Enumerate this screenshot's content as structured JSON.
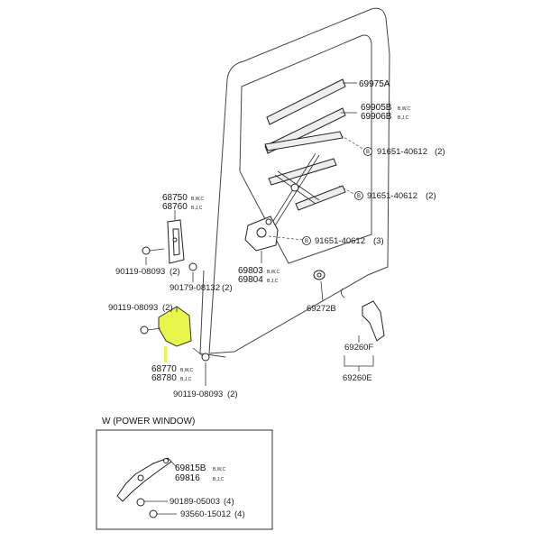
{
  "labels": {
    "p69975A": "69975A",
    "p69905B": "69905B",
    "p69906B": "69906B",
    "p91651_1": "91651-40612",
    "p91651_1_qty": "(2)",
    "p91651_2": "91651-40612",
    "p91651_2_qty": "(2)",
    "p91651_3": "91651-40612",
    "p91651_3_qty": "(3)",
    "p68750": "68750",
    "p68760": "68760",
    "p90119_a": "90119-08093",
    "p90119_a_qty": "(2)",
    "p90179": "90179-08132",
    "p90179_qty": "(2)",
    "p69803": "69803",
    "p69804": "69804",
    "p69272B": "69272B",
    "p90119_b": "90119-08093",
    "p90119_b_qty": "(2)",
    "p68770": "68770",
    "p68780": "68780",
    "p90119_c": "90119-08093",
    "p90119_c_qty": "(2)",
    "p69260F": "69260F",
    "p69260E": "69260E",
    "inset_title": "W (POWER WINDOW)",
    "p69815B": "69815B",
    "p69816": "69816",
    "p90189": "90189-05003",
    "p90189_qty": "(4)",
    "p93560": "93560-15012",
    "p93560_qty": "(4)"
  },
  "suffixes": {
    "bwc": "B,W,C",
    "bjc": "B,J,C"
  },
  "callout_letters": {
    "b": "B"
  },
  "colors": {
    "highlight": "#e8f54a",
    "ink": "#222222"
  }
}
